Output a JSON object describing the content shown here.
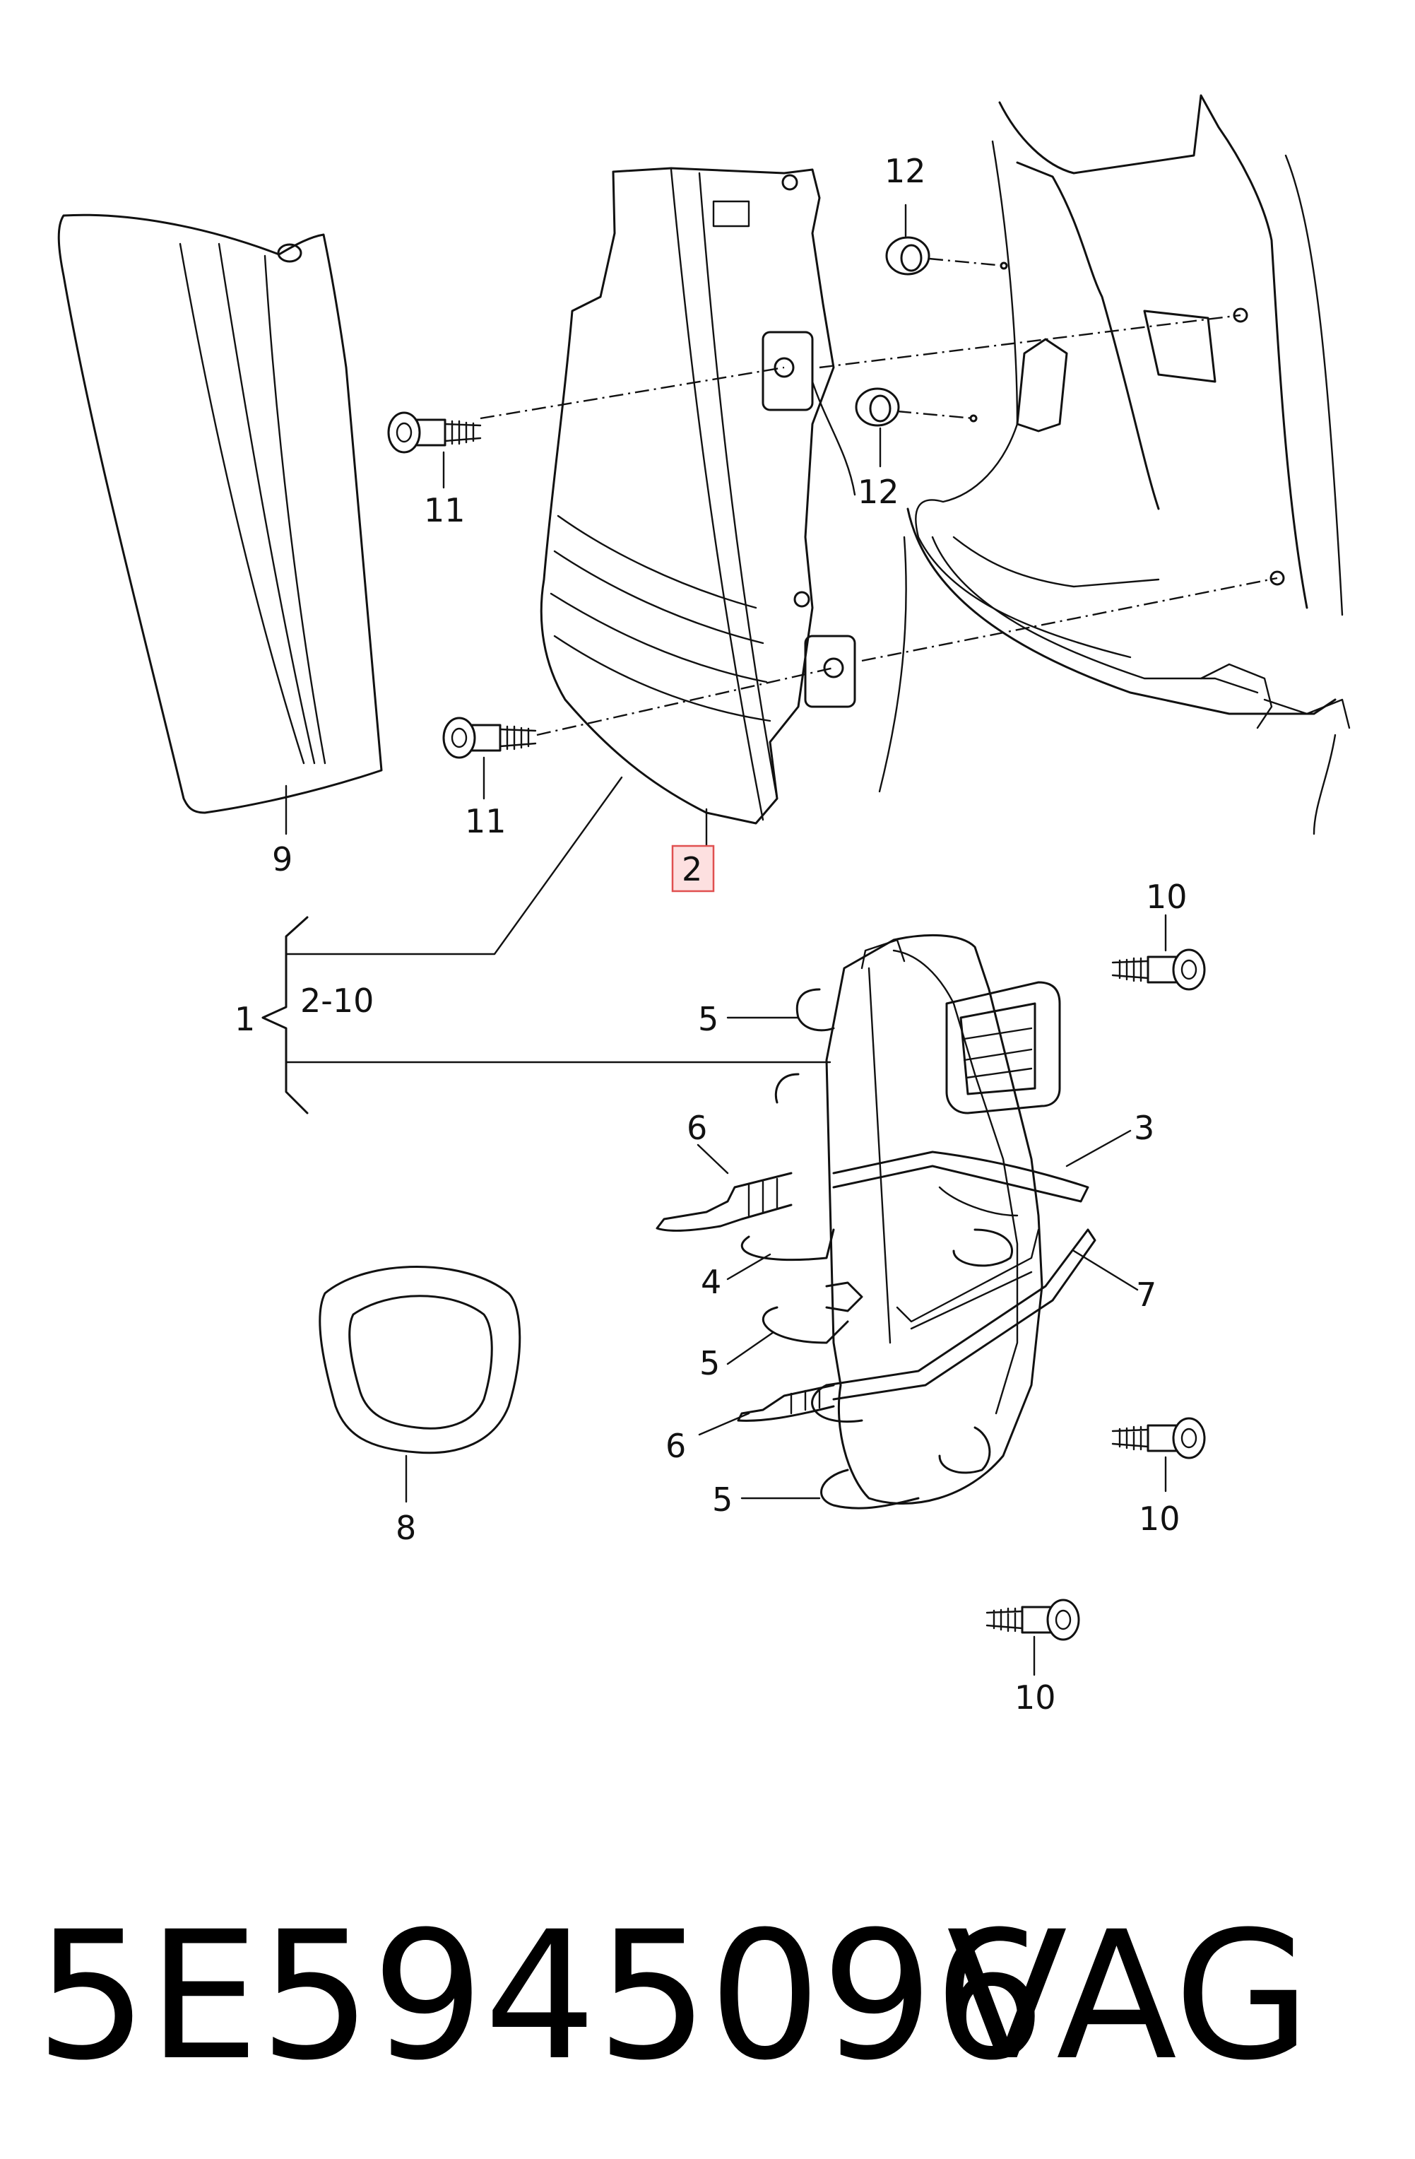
{
  "labels": {
    "n1": "1",
    "n2": "2",
    "n2_10": "2-10",
    "n3": "3",
    "n4": "4",
    "n5a": "5",
    "n5b": "5",
    "n5c": "5",
    "n6a": "6",
    "n6b": "6",
    "n7": "7",
    "n8": "8",
    "n9": "9",
    "n10a": "10",
    "n10b": "10",
    "n10c": "10",
    "n11a": "11",
    "n11b": "11",
    "n12a": "12",
    "n12b": "12"
  },
  "footer": {
    "part_number": "5E5945096",
    "brand": "VAG"
  },
  "colors": {
    "highlight_fill": "#fde0e0",
    "highlight_stroke": "#e05050",
    "line": "#111111"
  }
}
